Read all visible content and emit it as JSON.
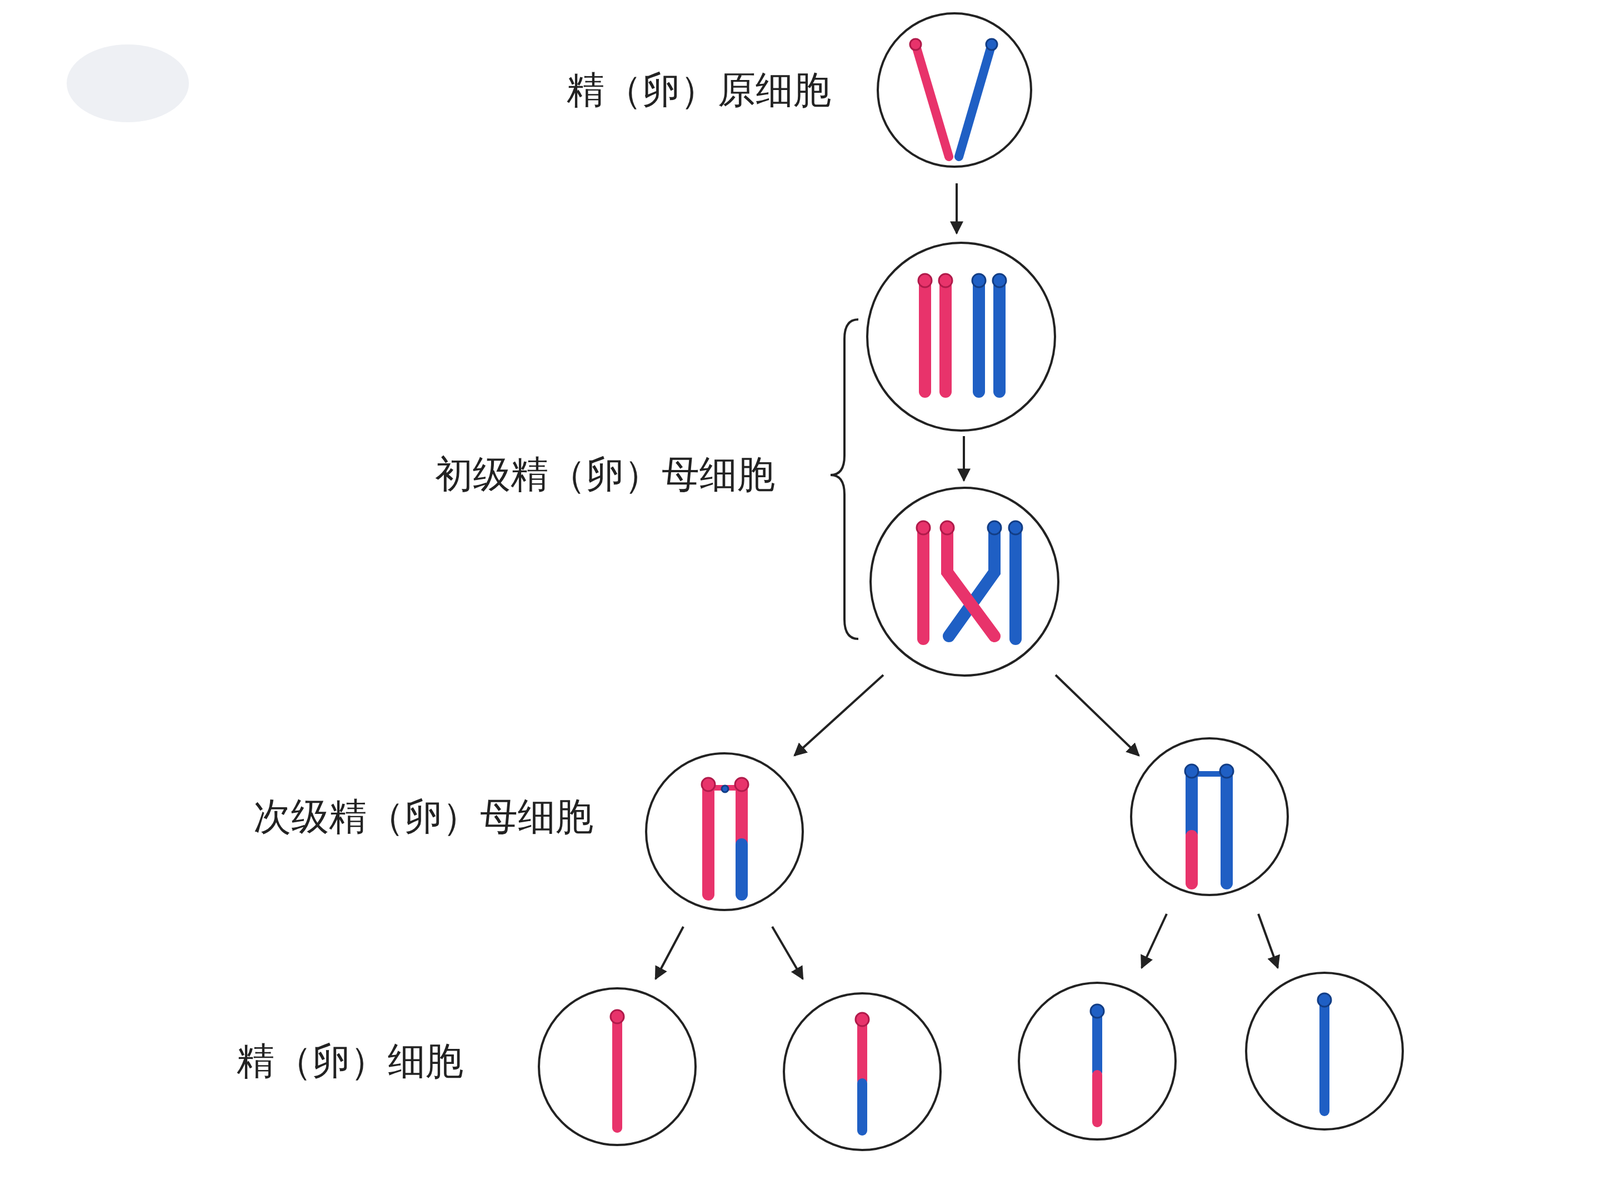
{
  "diagram": {
    "labels": [
      "精（卵）原细胞",
      "初级精（卵）母细胞",
      "次级精（卵）母细胞",
      "精（卵）细胞"
    ]
  }
}
